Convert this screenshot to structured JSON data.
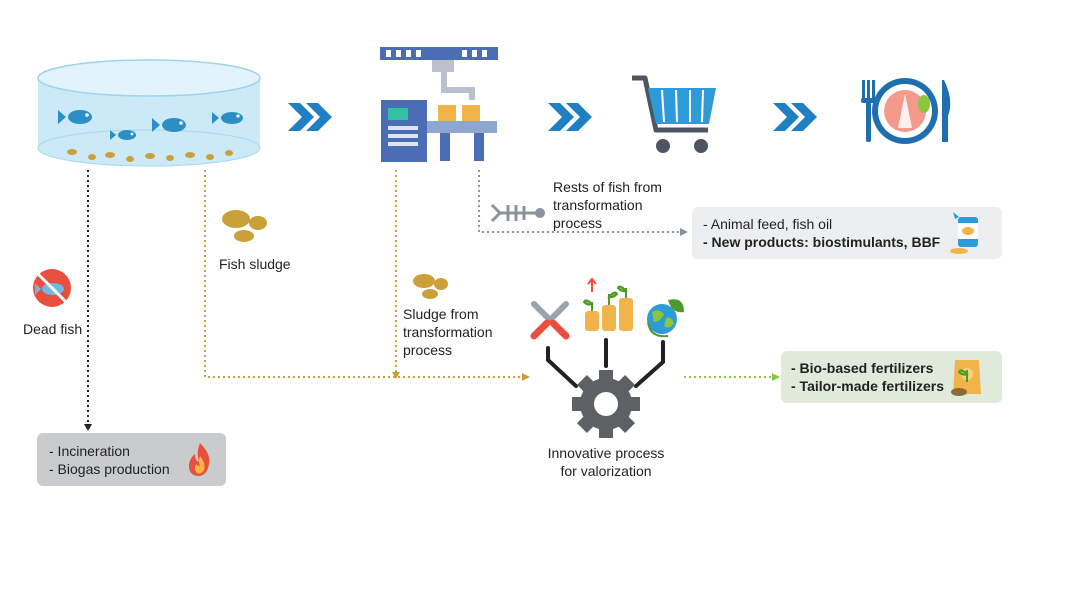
{
  "labels": {
    "fish_sludge": "Fish sludge",
    "dead_fish": "Dead fish",
    "rests_line1": "Rests of fish from",
    "rests_line2": "transformation",
    "rests_line3": "process",
    "sludge_line1": "Sludge from",
    "sludge_line2": "transformation",
    "sludge_line3": "process",
    "innovative_line1": "Innovative process",
    "innovative_line2": "for valorization"
  },
  "boxes": {
    "disposal": {
      "line1": "- Incineration",
      "line2": "- Biogas production",
      "color": "#c9cbcd"
    },
    "animal_feed": {
      "line1": "- Animal feed, fish oil",
      "line2": "- New products: biostimulants, BBF",
      "color": "#eceeef"
    },
    "fertilizers": {
      "line1": "- Bio-based fertilizers",
      "line2": "- Tailor-made fertilizers",
      "color": "#dfeadb"
    }
  },
  "colors": {
    "water": "#bfe3f4",
    "arrow_blue": "#1f7fc3",
    "sludge": "#c9a03a",
    "gear": "#5d6166",
    "green_arrow": "#8cc63f",
    "grey_arrow": "#8a949c"
  },
  "icons": [
    "fish-tank-icon",
    "chevron-arrow-icon",
    "factory-icon",
    "shopping-cart-icon",
    "plate-icon",
    "fish-bone-icon",
    "sludge-icon",
    "no-fish-icon",
    "tools-icon",
    "plant-coins-icon",
    "globe-leaf-icon",
    "gear-icon",
    "fire-icon",
    "canned-fish-icon",
    "fertilizer-bag-icon"
  ]
}
